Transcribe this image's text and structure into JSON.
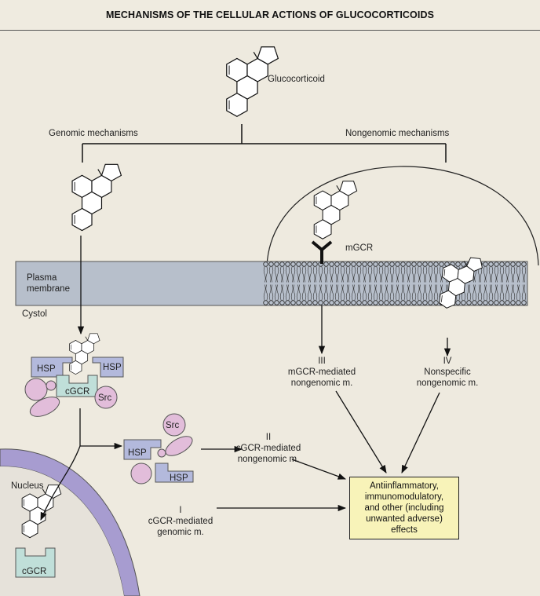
{
  "title": "MECHANISMS OF THE CELLULAR ACTIONS OF GLUCOCORTICOIDS",
  "labels": {
    "glucocorticoid": "Glucocorticoid",
    "genomic": "Genomic mechanisms",
    "nongenomic": "Nongenomic mechanisms",
    "plasma_membrane_1": "Plasma",
    "plasma_membrane_2": "membrane",
    "cystol": "Cystol",
    "mgcr": "mGCR",
    "nucleus": "Nucleus",
    "hsp": "HSP",
    "cgcr": "cGCR",
    "src": "Src"
  },
  "mechanisms": {
    "i": {
      "numeral": "I",
      "line1": "cGCR-mediated",
      "line2": "genomic m."
    },
    "ii": {
      "numeral": "II",
      "line1": "cGCR-mediated",
      "line2": "nongenomic m."
    },
    "iii": {
      "numeral": "III",
      "line1": "mGCR-mediated",
      "line2": "nongenomic m."
    },
    "iv": {
      "numeral": "IV",
      "line1": "Nonspecific",
      "line2": "nongenomic m."
    }
  },
  "effects": {
    "line1": "Antiinflammatory,",
    "line2": "immunomodulatory,",
    "line3": "and other (including",
    "line4": "unwanted adverse)",
    "line5": "effects"
  },
  "colors": {
    "background": "#eeeadf",
    "membrane": "#b7bfcb",
    "hsp": "#b3b9dc",
    "cgcr": "#c0dfd9",
    "src": "#e2bdda",
    "nucleus_envelope": "#a79cd0",
    "effects_box": "#f8f3b9"
  }
}
